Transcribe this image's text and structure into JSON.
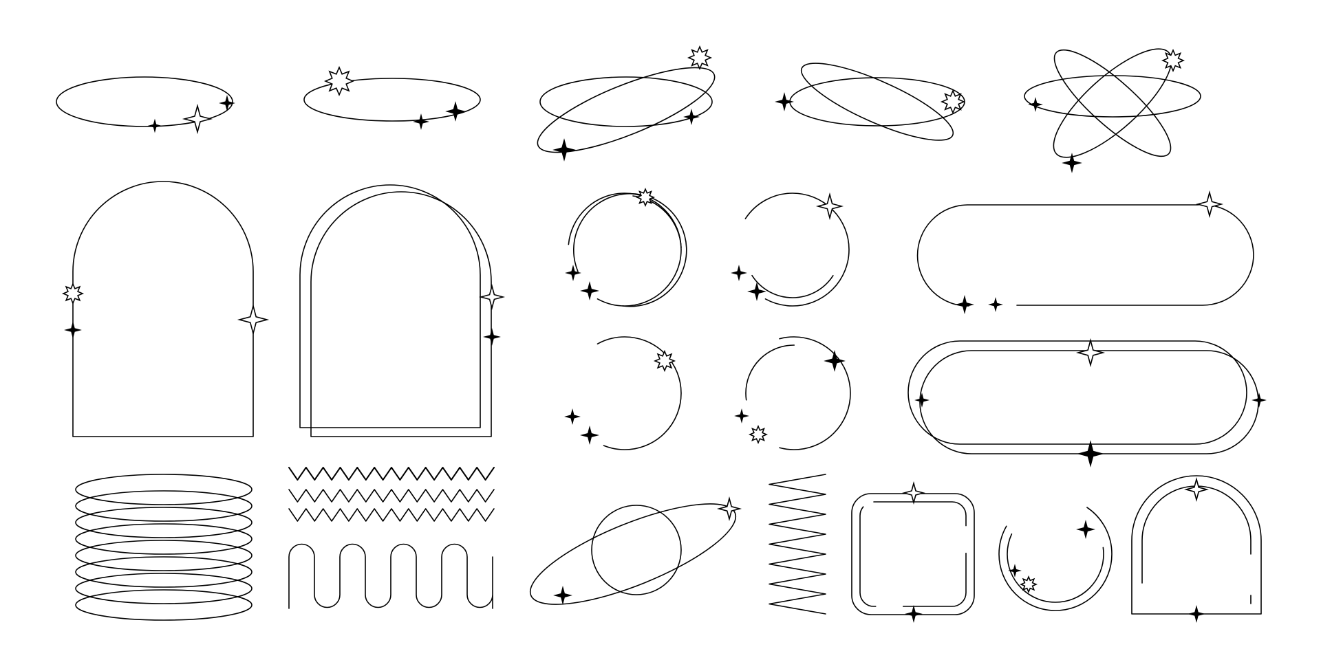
{
  "artwork": {
    "background": "#ffffff",
    "stroke_color": "#000000",
    "element_types": [
      "ellipse-halo",
      "arch-frame",
      "ring-frame",
      "pill-frame",
      "stacked-rings",
      "zigzag",
      "wave",
      "planet",
      "square-frame"
    ],
    "icons": [
      "sparkle-star-filled-icon",
      "sparkle-star-outline-icon",
      "eight-point-star-outline-icon"
    ]
  }
}
